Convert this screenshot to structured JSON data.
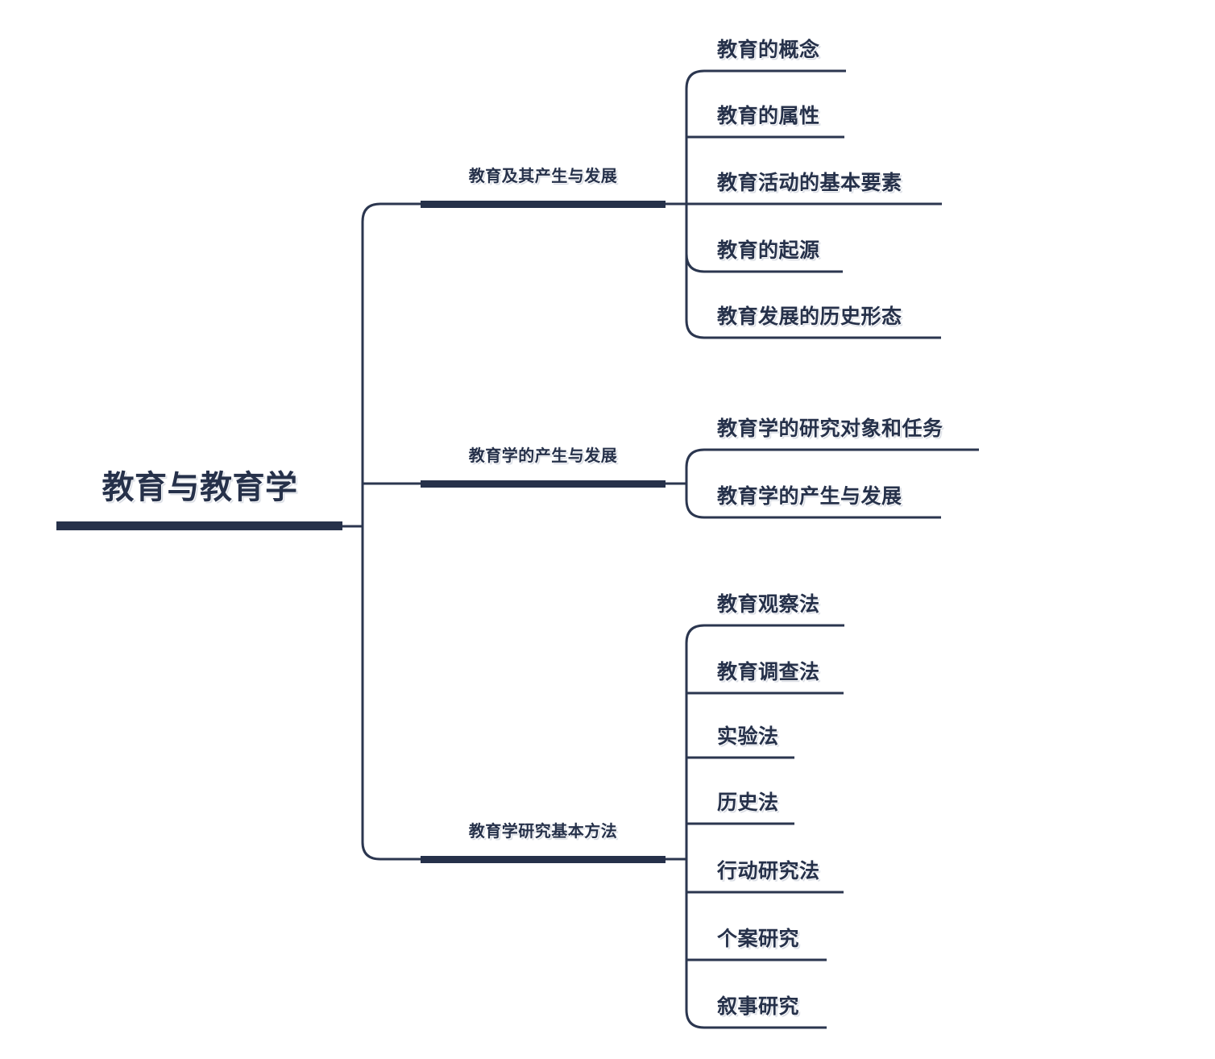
{
  "diagram": {
    "type": "mindmap",
    "title": "教育与教育学",
    "orientation": "left-to-right",
    "colors": {
      "node_text": "#26314a",
      "bar": "#26314a",
      "connector": "#2b364f",
      "background": "#ffffff"
    },
    "root": {
      "label": "教育与教育学",
      "level": 1
    },
    "branches": [
      {
        "label": "教育及其产生与发展",
        "level": 2,
        "children": [
          {
            "label": "教育的概念",
            "level": 3
          },
          {
            "label": "教育的属性",
            "level": 3
          },
          {
            "label": "教育活动的基本要素",
            "level": 3
          },
          {
            "label": "教育的起源",
            "level": 3
          },
          {
            "label": "教育发展的历史形态",
            "level": 3
          }
        ]
      },
      {
        "label": "教育学的产生与发展",
        "level": 2,
        "children": [
          {
            "label": "教育学的研究对象和任务",
            "level": 3
          },
          {
            "label": "教育学的产生与发展",
            "level": 3
          }
        ]
      },
      {
        "label": "教育学研究基本方法",
        "level": 2,
        "children": [
          {
            "label": "教育观察法",
            "level": 3
          },
          {
            "label": "教育调查法",
            "level": 3
          },
          {
            "label": "实验法",
            "level": 3
          },
          {
            "label": "历史法",
            "level": 3
          },
          {
            "label": "行动研究法",
            "level": 3
          },
          {
            "label": "个案研究",
            "level": 3
          },
          {
            "label": "叙事研究",
            "level": 3
          }
        ]
      }
    ]
  }
}
